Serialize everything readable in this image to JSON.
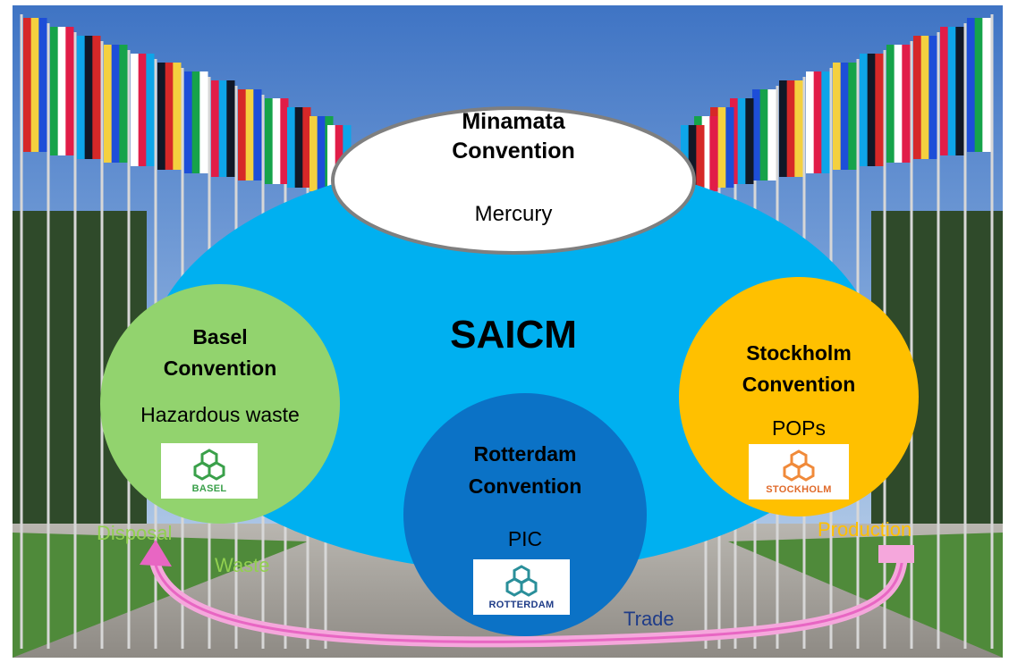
{
  "diagram": {
    "center_label": "SAICM",
    "minamata": {
      "title_line1": "Minamata",
      "title_line2": "Convention",
      "subtitle": "Mercury",
      "fill": "#ffffff"
    },
    "basel": {
      "title_line1": "Basel",
      "title_line2": "Convention",
      "subtitle": "Hazardous waste",
      "logo_text": "BASEL",
      "fill": "#92d36e",
      "logo_color": "#3aa04a"
    },
    "rotterdam": {
      "title_line1": "Rotterdam",
      "title_line2": "Convention",
      "subtitle": "PIC",
      "logo_text": "ROTTERDAM",
      "fill": "#0b72c6",
      "logo_color": "#2a8f9a"
    },
    "stockholm": {
      "title_line1": "Stockholm",
      "title_line2": "Convention",
      "subtitle": "POPs",
      "logo_text": "STOCKHOLM",
      "fill": "#ffc000",
      "logo_color": "#f08a3a"
    },
    "saicm_fill": "#00b0f0",
    "arrow_color": "#f18bd2",
    "flow_labels": {
      "disposal": "Disposal",
      "waste": "Waste",
      "trade": "Trade",
      "production": "Production"
    },
    "flow_colors": {
      "disposal": "#92d050",
      "waste": "#92d050",
      "trade": "#1f3c88",
      "production": "#ffc000"
    }
  }
}
